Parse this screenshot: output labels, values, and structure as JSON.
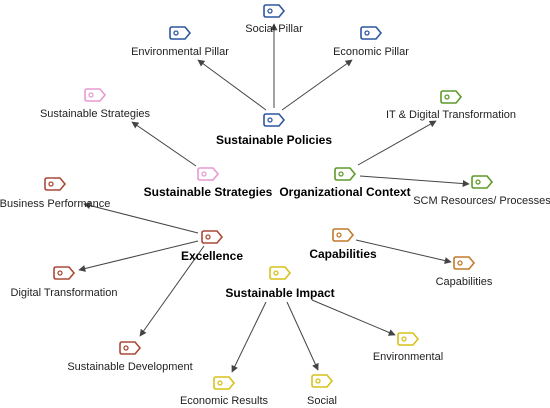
{
  "diagram": {
    "colors": {
      "blue": "#2f56a0",
      "pink": "#e79ad2",
      "green": "#5f9a2a",
      "red": "#a94a36",
      "orange": "#c37a2b",
      "yellow": "#d6c21c",
      "edge": "#444444"
    },
    "icon_name": "tag-icon",
    "nodes": [
      {
        "id": "social-pillar",
        "label": "Social Pillar",
        "color": "blue",
        "main": false
      },
      {
        "id": "environmental-pillar",
        "label": "Environmental Pillar",
        "color": "blue",
        "main": false
      },
      {
        "id": "economic-pillar",
        "label": "Economic Pillar",
        "color": "blue",
        "main": false
      },
      {
        "id": "sustainable-policies",
        "label": "Sustainable Policies",
        "color": "blue",
        "main": true
      },
      {
        "id": "sustainable-strategies-leaf",
        "label": "Sustainable Strategies",
        "color": "pink",
        "main": false
      },
      {
        "id": "sustainable-strategies",
        "label": "Sustainable Strategies",
        "color": "pink",
        "main": true
      },
      {
        "id": "it-digital-transformation",
        "label": "IT & Digital Transformation",
        "color": "green",
        "main": false
      },
      {
        "id": "organizational-context",
        "label": "Organizational Context",
        "color": "green",
        "main": true
      },
      {
        "id": "scm-resources",
        "label": "SCM Resources/ Processes",
        "color": "green",
        "main": false
      },
      {
        "id": "business-performance",
        "label": "Business Performance",
        "color": "red",
        "main": false
      },
      {
        "id": "excellence",
        "label": "Excellence",
        "color": "red",
        "main": true
      },
      {
        "id": "digital-transformation",
        "label": "Digital Transformation",
        "color": "red",
        "main": false
      },
      {
        "id": "sustainable-development",
        "label": "Sustainable Development",
        "color": "red",
        "main": false
      },
      {
        "id": "capabilities",
        "label": "Capabilities",
        "color": "orange",
        "main": true
      },
      {
        "id": "capabilities-leaf",
        "label": "Capabilities",
        "color": "orange",
        "main": false
      },
      {
        "id": "sustainable-impact",
        "label": "Sustainable Impact",
        "color": "yellow",
        "main": true
      },
      {
        "id": "environmental",
        "label": "Environmental",
        "color": "yellow",
        "main": false
      },
      {
        "id": "economic-results",
        "label": "Economic Results",
        "color": "yellow",
        "main": false
      },
      {
        "id": "social",
        "label": "Social",
        "color": "yellow",
        "main": false
      }
    ],
    "edges": [
      [
        "sustainable-policies",
        "social-pillar"
      ],
      [
        "sustainable-policies",
        "environmental-pillar"
      ],
      [
        "sustainable-policies",
        "economic-pillar"
      ],
      [
        "sustainable-strategies",
        "sustainable-strategies-leaf"
      ],
      [
        "organizational-context",
        "it-digital-transformation"
      ],
      [
        "organizational-context",
        "scm-resources"
      ],
      [
        "excellence",
        "business-performance"
      ],
      [
        "excellence",
        "digital-transformation"
      ],
      [
        "excellence",
        "sustainable-development"
      ],
      [
        "capabilities",
        "capabilities-leaf"
      ],
      [
        "sustainable-impact",
        "environmental"
      ],
      [
        "sustainable-impact",
        "economic-results"
      ],
      [
        "sustainable-impact",
        "social"
      ]
    ]
  }
}
